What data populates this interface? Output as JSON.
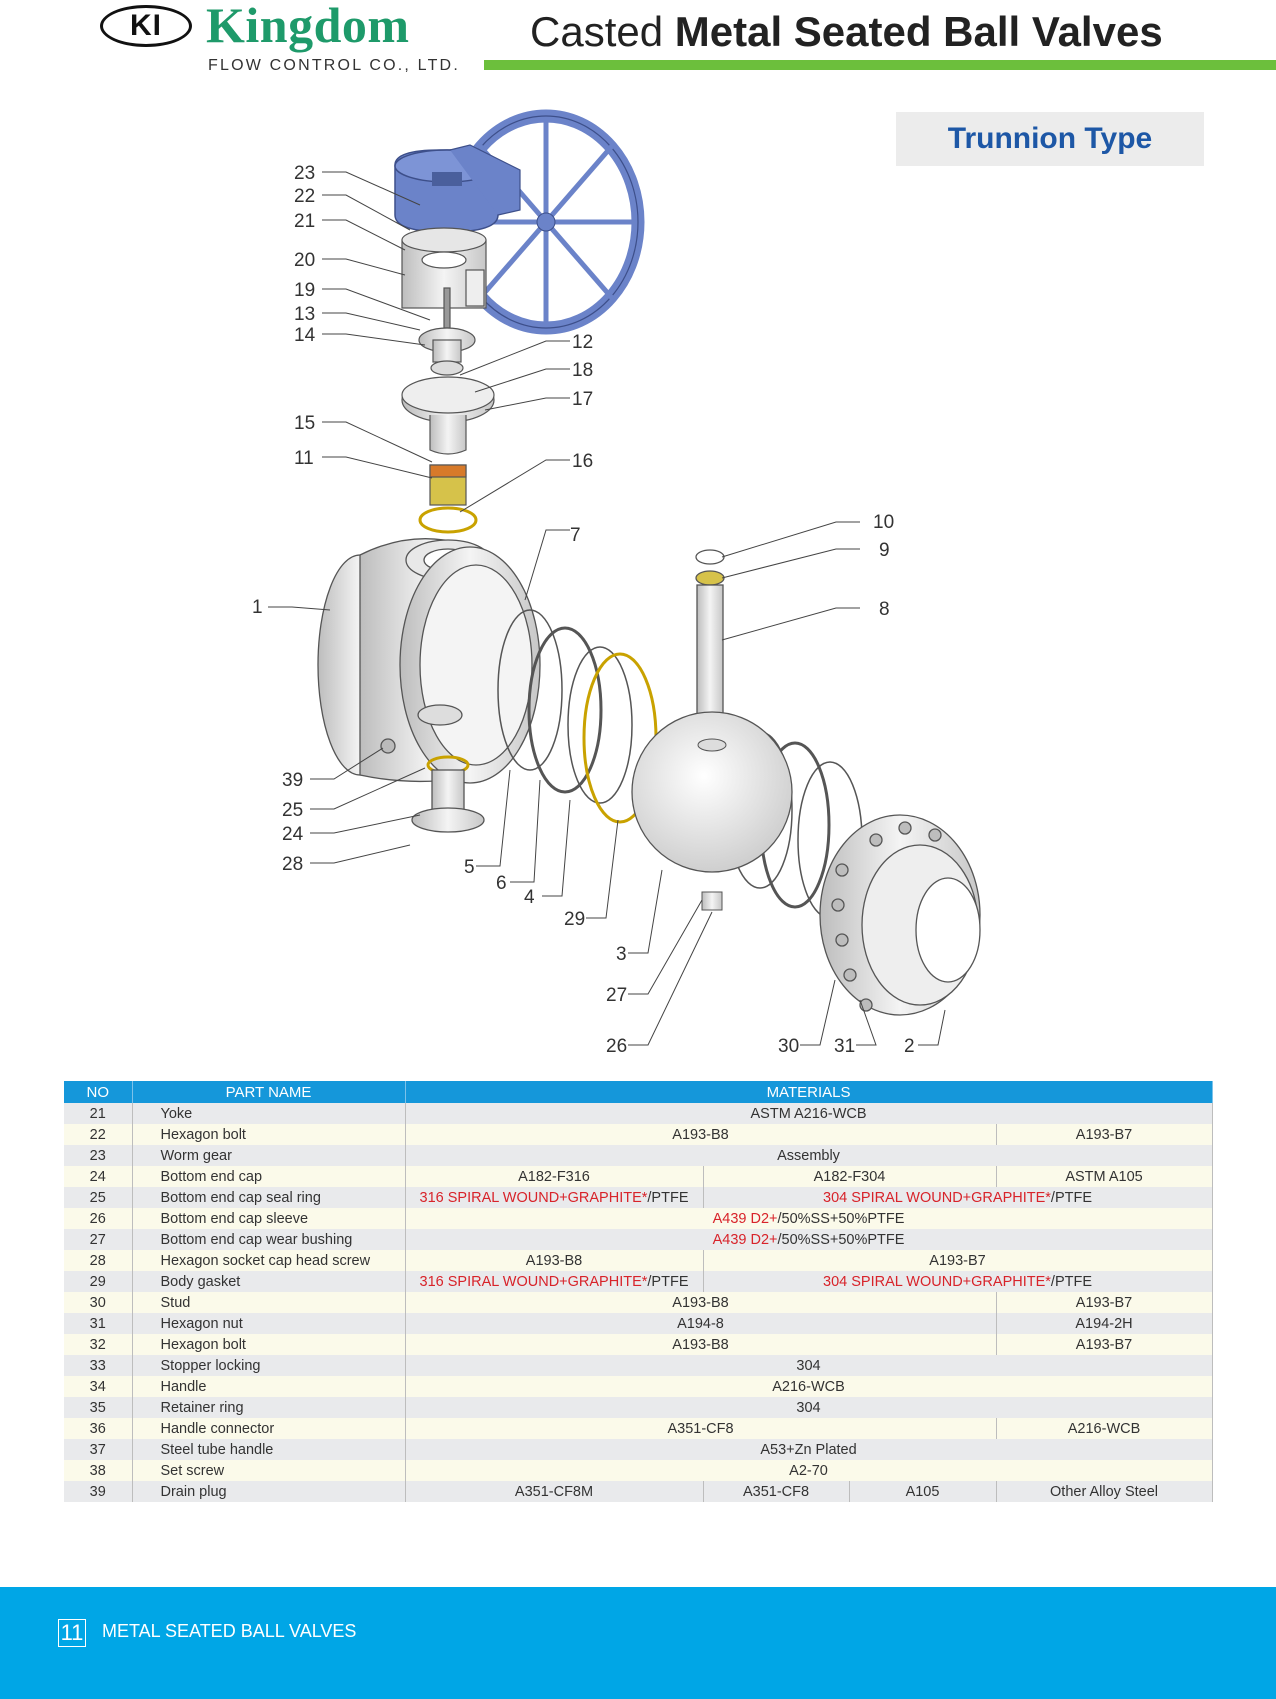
{
  "brand": {
    "logo": "KI",
    "name": "Kingdom",
    "subtitle": "FLOW CONTROL CO., LTD."
  },
  "title": {
    "light": "Casted ",
    "bold": "Metal Seated Ball Valves"
  },
  "type_label": "Trunnion Type",
  "callouts": [
    "23",
    "22",
    "21",
    "20",
    "19",
    "13",
    "14",
    "12",
    "18",
    "17",
    "15",
    "11",
    "16",
    "7",
    "10",
    "9",
    "8",
    "1",
    "39",
    "25",
    "24",
    "28",
    "5",
    "6",
    "4",
    "29",
    "3",
    "27",
    "26",
    "30",
    "31",
    "2"
  ],
  "colors": {
    "header_bar": "#6cbf3c",
    "table_header": "#1597da",
    "footer": "#00a6e6",
    "title_blue": "#1d57a6",
    "brand_green": "#1e9a6a",
    "red_text": "#d8232a",
    "gearbox_blue": "#6b83c9"
  },
  "table": {
    "headers": {
      "no": "NO",
      "part_name": "PART NAME",
      "materials": "MATERIALS"
    },
    "rows": [
      {
        "no": "21",
        "name": "Yoke",
        "m1": "ASTM A216-WCB"
      },
      {
        "no": "22",
        "name": "Hexagon bolt",
        "m1": "A193-B8",
        "m2": "A193-B7"
      },
      {
        "no": "23",
        "name": "Worm gear",
        "m1": "Assembly"
      },
      {
        "no": "24",
        "name": "Bottom end cap",
        "m1": "A182-F316",
        "m2": "A182-F304",
        "m3": "ASTM A105"
      },
      {
        "no": "25",
        "name": "Bottom end cap seal ring",
        "m1r": "316 SPIRAL WOUND+GRAPHITE*",
        "m1b": "/PTFE",
        "m2r": "304 SPIRAL WOUND+GRAPHITE*",
        "m2b": "/PTFE"
      },
      {
        "no": "26",
        "name": "Bottom end cap sleeve",
        "m1r": "A439 D2+",
        "m1b": "/50%SS+50%PTFE"
      },
      {
        "no": "27",
        "name": "Bottom end cap wear bushing",
        "m1r": "A439 D2+",
        "m1b": "/50%SS+50%PTFE"
      },
      {
        "no": "28",
        "name": "Hexagon socket cap head screw",
        "m1": "A193-B8",
        "m2": "A193-B7"
      },
      {
        "no": "29",
        "name": "Body gasket",
        "m1r": "316 SPIRAL WOUND+GRAPHITE*",
        "m1b": "/PTFE",
        "m2r": "304 SPIRAL WOUND+GRAPHITE*",
        "m2b": "/PTFE"
      },
      {
        "no": "30",
        "name": "Stud",
        "m1": "A193-B8",
        "m2": "A193-B7"
      },
      {
        "no": "31",
        "name": "Hexagon nut",
        "m1": "A194-8",
        "m2": "A194-2H"
      },
      {
        "no": "32",
        "name": "Hexagon bolt",
        "m1": "A193-B8",
        "m2": "A193-B7"
      },
      {
        "no": "33",
        "name": "Stopper locking",
        "m1": "304"
      },
      {
        "no": "34",
        "name": "Handle",
        "m1": "A216-WCB"
      },
      {
        "no": "35",
        "name": "Retainer ring",
        "m1": "304"
      },
      {
        "no": "36",
        "name": "Handle connector",
        "m1": "A351-CF8",
        "m2": "A216-WCB"
      },
      {
        "no": "37",
        "name": "Steel tube handle",
        "m1": "A53+Zn Plated"
      },
      {
        "no": "38",
        "name": "Set screw",
        "m1": "A2-70"
      },
      {
        "no": "39",
        "name": "Drain plug",
        "m1": "A351-CF8M",
        "m2": "A351-CF8",
        "m3": "A105",
        "m4": "Other Alloy Steel"
      }
    ]
  },
  "footer": {
    "page": "11",
    "text": "METAL SEATED BALL VALVES"
  }
}
